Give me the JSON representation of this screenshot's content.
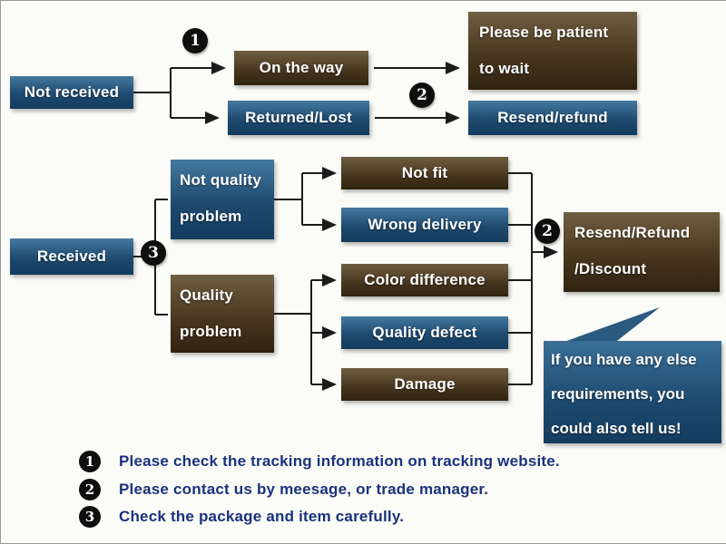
{
  "colors": {
    "blue_box": "#1e4a6f",
    "brown_box": "#46351e",
    "line": "#1b1b1b",
    "legend_text": "#1a327e",
    "background": "#fbfbf7"
  },
  "nodes": {
    "not_received": "Not received",
    "on_the_way": "On the way",
    "returned_lost": "Returned/Lost",
    "be_patient": "Please be patient\nto wait",
    "resend_refund": "Resend/refund",
    "received": "Received",
    "not_quality_problem": "Not quality\nproblem",
    "quality_problem": "Quality\nproblem",
    "not_fit": "Not fit",
    "wrong_delivery": "Wrong delivery",
    "color_difference": "Color difference",
    "quality_defect": "Quality defect",
    "damage": "Damage",
    "resend_refund_discount": "Resend/Refund\n/Discount",
    "bubble": "If you have any else\nrequirements, you\ncould also tell us!"
  },
  "badges": {
    "one": "1",
    "two": "2",
    "three": "3"
  },
  "legend": {
    "items": [
      {
        "num": "1",
        "text": "Please check the tracking information on tracking website."
      },
      {
        "num": "2",
        "text": "Please contact us by meesage, or trade manager."
      },
      {
        "num": "3",
        "text": "Check the package and item carefully."
      }
    ]
  }
}
